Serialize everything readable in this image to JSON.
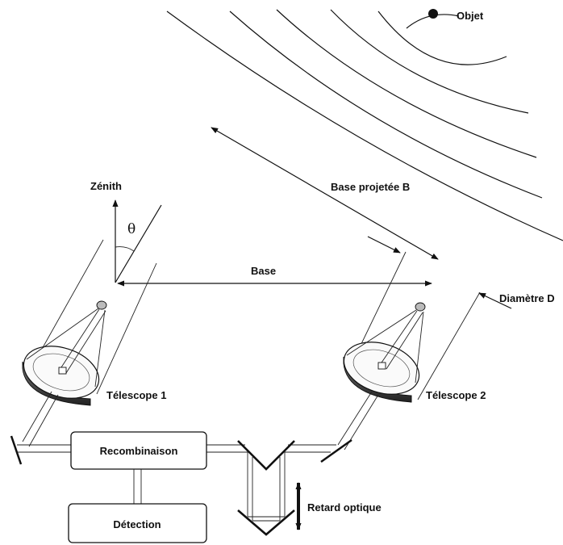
{
  "labels": {
    "object": "Objet",
    "zenith": "Zénith",
    "theta": "θ",
    "projected_base": "Base projetée B",
    "base": "Base",
    "diameter": "Diamètre D",
    "telescope1": "Télescope 1",
    "telescope2": "Télescope 2",
    "recombination": "Recombinaison",
    "detection": "Détection",
    "optical_delay": "Retard optique"
  },
  "colors": {
    "ink": "#111111",
    "background": "#ffffff",
    "dish_dark": "#333333"
  }
}
